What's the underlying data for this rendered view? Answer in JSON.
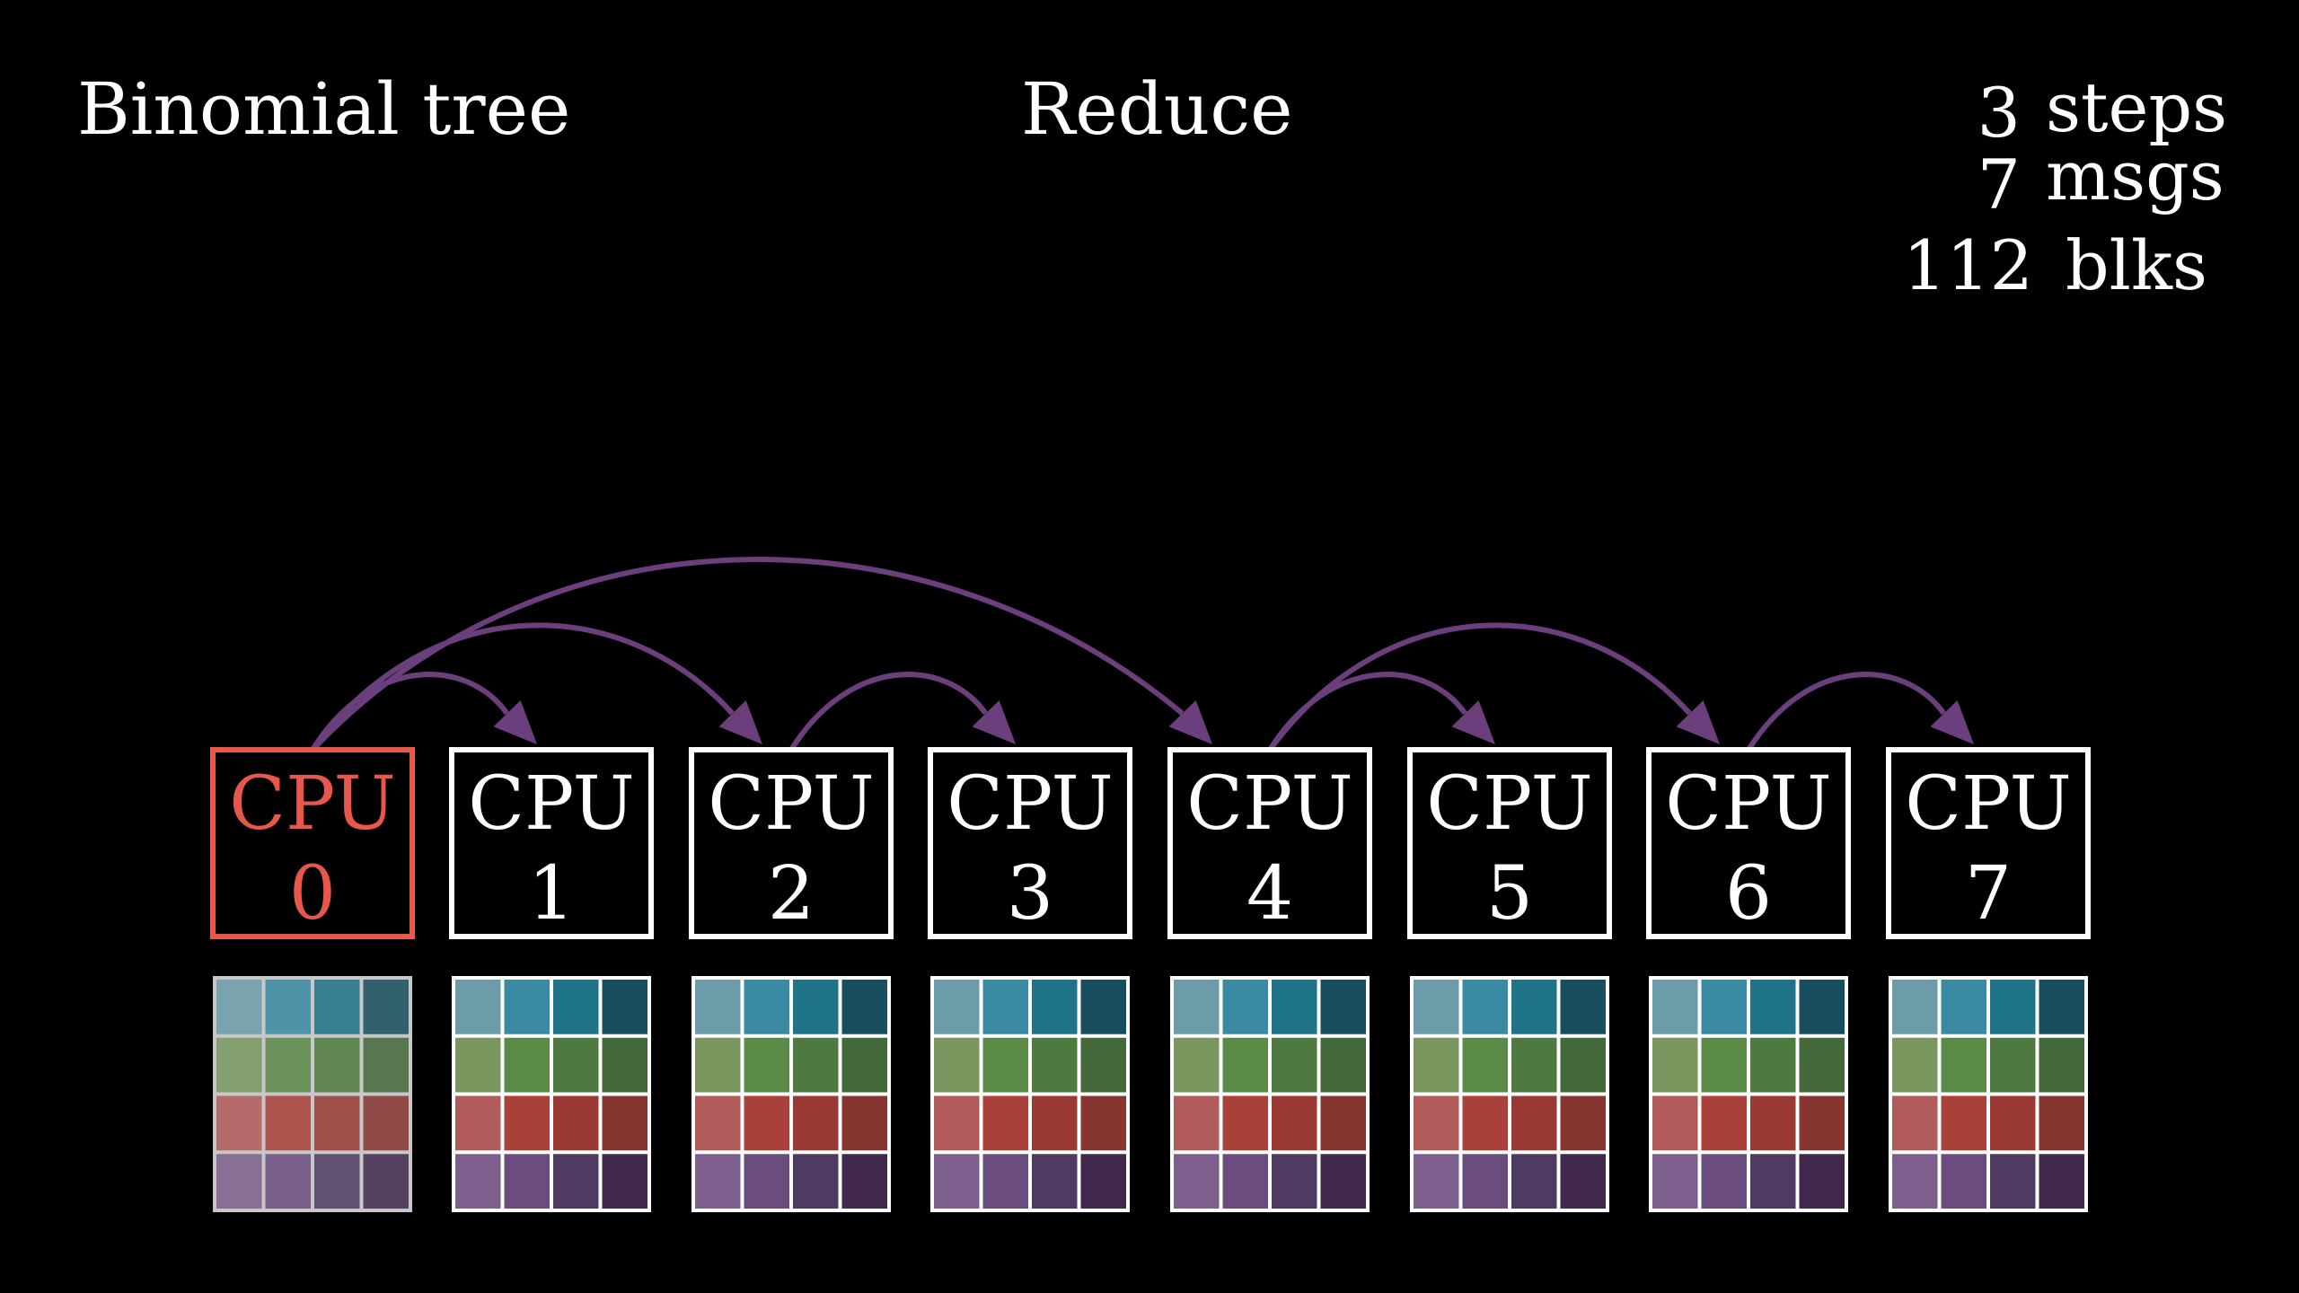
{
  "header": {
    "left_title": "Binomial tree",
    "center_title": "Reduce"
  },
  "stats": [
    {
      "value": "3",
      "unit": "steps"
    },
    {
      "value": "7",
      "unit": "msgs"
    },
    {
      "value": "112",
      "unit": "blks"
    }
  ],
  "cpus": [
    {
      "label": "CPU",
      "id": "0",
      "active": true
    },
    {
      "label": "CPU",
      "id": "1",
      "active": false
    },
    {
      "label": "CPU",
      "id": "2",
      "active": false
    },
    {
      "label": "CPU",
      "id": "3",
      "active": false
    },
    {
      "label": "CPU",
      "id": "4",
      "active": false
    },
    {
      "label": "CPU",
      "id": "5",
      "active": false
    },
    {
      "label": "CPU",
      "id": "6",
      "active": false
    },
    {
      "label": "CPU",
      "id": "7",
      "active": false
    }
  ],
  "edges": [
    {
      "from": 0,
      "to": 1
    },
    {
      "from": 0,
      "to": 2
    },
    {
      "from": 0,
      "to": 4
    },
    {
      "from": 2,
      "to": 3
    },
    {
      "from": 4,
      "to": 5
    },
    {
      "from": 4,
      "to": 6
    },
    {
      "from": 6,
      "to": 7
    }
  ],
  "colors": {
    "active": "#e8574c",
    "inactive_border": "#ffffff",
    "edge": "#6a3f7c",
    "grid_rows": [
      [
        "#6b9ca9",
        "#3a8aa3",
        "#1f7387",
        "#174f5e"
      ],
      [
        "#79965f",
        "#5c8a48",
        "#4e7a3f",
        "#43683a"
      ],
      [
        "#b05a59",
        "#a9403a",
        "#993a34",
        "#873530"
      ],
      [
        "#7c5f8d",
        "#6a4c7e",
        "#4e3b62",
        "#41294e"
      ]
    ]
  }
}
